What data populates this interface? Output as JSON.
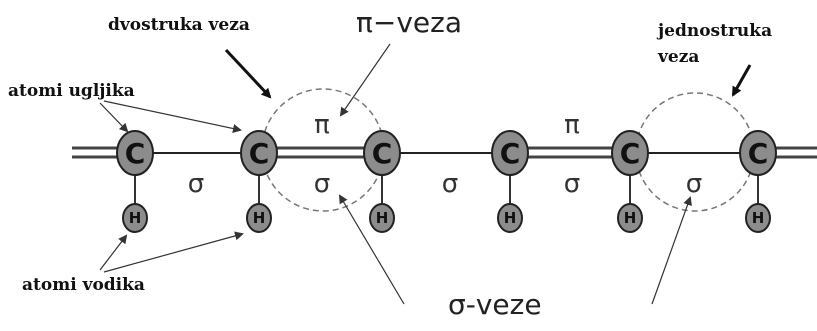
{
  "labels": {
    "double_bond": "dvostruka veza",
    "pi_bond": "π−veza",
    "single_bond_line1": "jednostruka",
    "single_bond_line2": "veza",
    "carbon_atoms": "atomi ugljika",
    "hydrogen_atoms": "atomi vodika",
    "sigma_bonds": "σ-veze"
  },
  "atoms": {
    "carbon_symbol": "C",
    "hydrogen_symbol": "H"
  },
  "bond_symbols": {
    "sigma": "σ",
    "pi": "π"
  }
}
